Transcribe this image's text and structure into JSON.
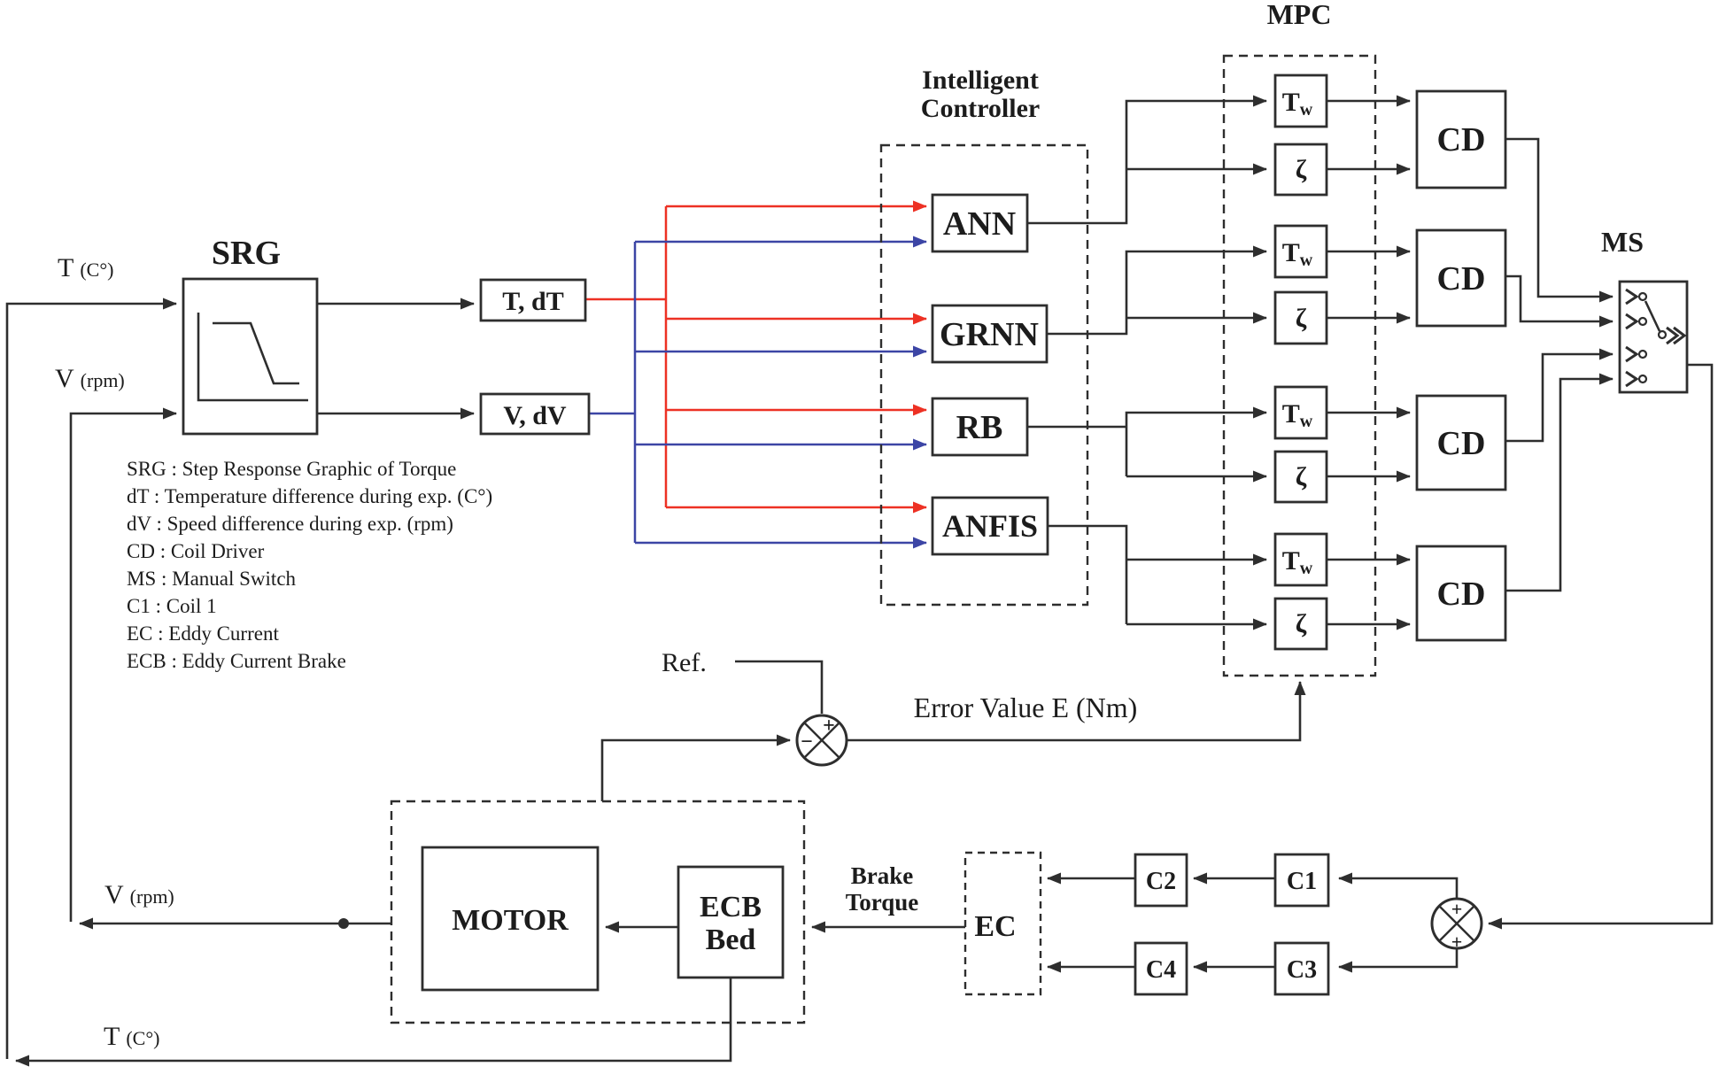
{
  "colors": {
    "line": "#2e2e2e",
    "red": "#ed3124",
    "blue": "#3c45a5"
  },
  "top_inputs": {
    "t_main": "T",
    "t_unit": "(C°)",
    "v_main": "V",
    "v_unit": "(rpm)"
  },
  "srg": {
    "title": "SRG"
  },
  "signal_boxes": {
    "t_dt": "T, dT",
    "v_dv": "V, dV"
  },
  "legend": {
    "lines": [
      "SRG : Step Response Graphic of Torque",
      "dT : Temperature difference during exp. (C°)",
      "dV : Speed difference during exp. (rpm)",
      "CD : Coil Driver",
      "MS : Manual Switch",
      "C1 : Coil 1",
      "EC : Eddy Current",
      "ECB : Eddy Current Brake"
    ]
  },
  "intelligent_controller": {
    "title_line1": "Intelligent",
    "title_line2": "Controller",
    "blocks": [
      {
        "label": "ANN"
      },
      {
        "label": "GRNN"
      },
      {
        "label": "RB"
      },
      {
        "label": "ANFIS"
      }
    ]
  },
  "mpc": {
    "title": "MPC",
    "tw_main": "T",
    "tw_sub": "w",
    "zeta": "ζ"
  },
  "cd": {
    "label": "CD"
  },
  "ms": {
    "title": "MS"
  },
  "ref_label": "Ref.",
  "error_label": "Error Value E (Nm)",
  "sums": {
    "plus": "+",
    "minus": "−"
  },
  "plant": {
    "motor": "MOTOR",
    "ecb_line1": "ECB",
    "ecb_line2": "Bed",
    "brake_line1": "Brake",
    "brake_line2": "Torque",
    "ec": "EC"
  },
  "coils": {
    "c1": "C1",
    "c2": "C2",
    "c3": "C3",
    "c4": "C4"
  },
  "feedback": {
    "v_main": "V",
    "v_unit": "(rpm)",
    "t_main": "T",
    "t_unit": "(C°)"
  }
}
